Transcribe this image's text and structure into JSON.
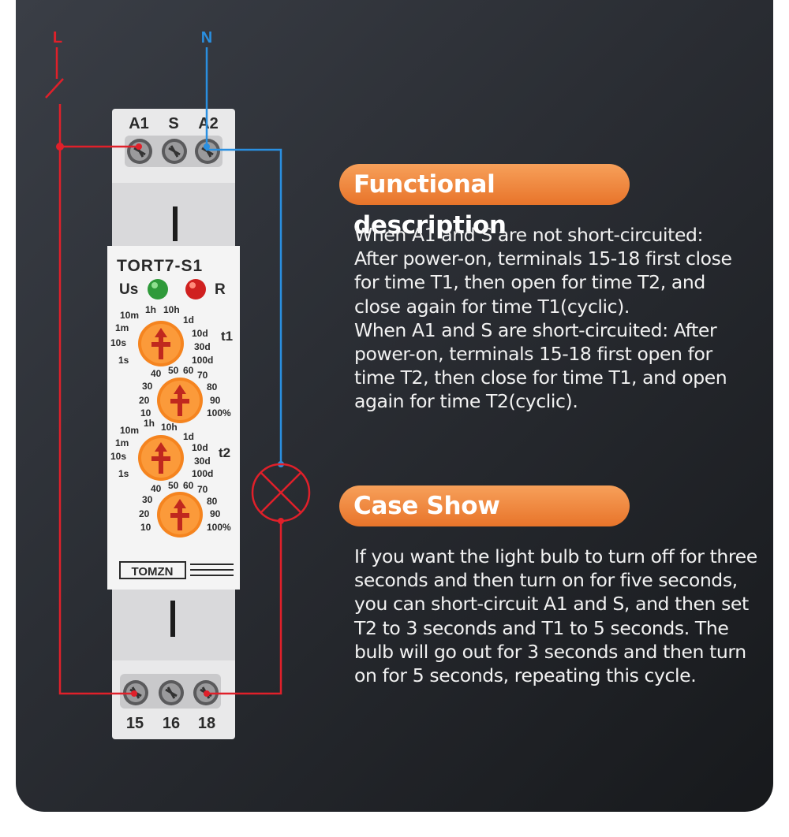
{
  "wiring": {
    "line_label": "L",
    "neutral_label": "N"
  },
  "device": {
    "top_terminals": [
      "A1",
      "S",
      "A2"
    ],
    "model": "TORT7-S1",
    "led_power_label": "Us",
    "led_relay_label": "R",
    "t1_label": "t1",
    "t2_label": "t2",
    "range_labels_left": [
      "10m",
      "1m",
      "10s",
      "1s"
    ],
    "range_labels_top": [
      "1h",
      "10h"
    ],
    "range_labels_right": [
      "1d",
      "10d",
      "30d",
      "100d"
    ],
    "pct_labels_top": [
      "40",
      "50",
      "60",
      "70"
    ],
    "pct_labels_left": [
      "30",
      "20",
      "10"
    ],
    "pct_labels_right": [
      "80",
      "90",
      "100%"
    ],
    "brand": "TOMZN",
    "bottom_terminals": [
      "15",
      "16",
      "18"
    ]
  },
  "functional": {
    "title": "Functional description",
    "lines": [
      "When A1 and S are not short-circuited:",
      "After power-on, terminals 15-18 first close",
      "for time T1, then open for time T2, and",
      "close again for time T1(cyclic).",
      "When A1 and S are short-circuited: After",
      "power-on, terminals 15-18 first open for",
      "time T2, then close for time T1, and open",
      "again for time T2(cyclic)."
    ]
  },
  "case": {
    "title": "Case Show",
    "lines": [
      "If you want the light bulb to turn off for three",
      "seconds and then turn on for five seconds,",
      "you can short-circuit A1 and S, and then set",
      "T2 to 3 seconds and T1 to 5 seconds. The",
      "bulb will go out for 3 seconds and then turn",
      "on for 5 seconds, repeating this cycle."
    ]
  },
  "colors": {
    "accent": "#e8742a",
    "wire_line": "#e0202a",
    "wire_neutral": "#2a8fe0"
  }
}
